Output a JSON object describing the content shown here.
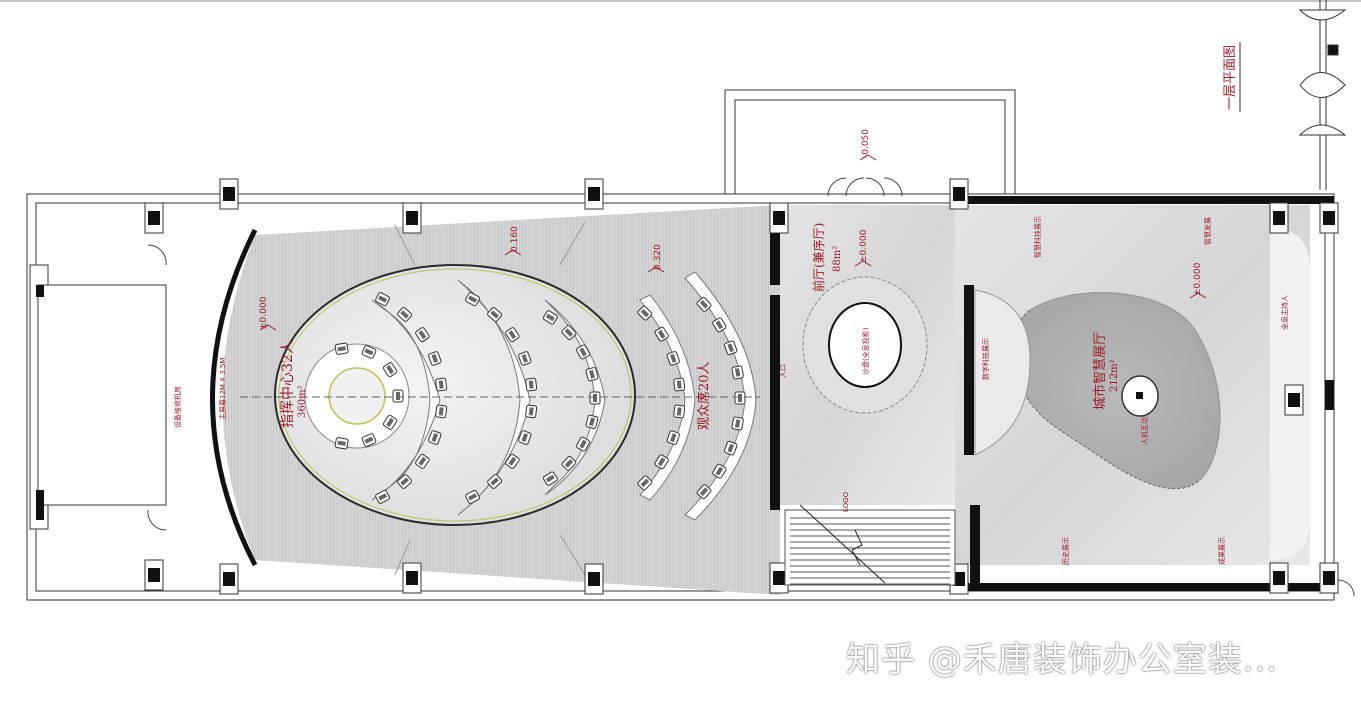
{
  "drawing_title": "一层平面图",
  "rooms": {
    "command_center": {
      "name": "指挥中心32人",
      "area": "360m²"
    },
    "audience": {
      "name": "观众席20人"
    },
    "lobby": {
      "name": "前厅(兼序厅)",
      "area": "88m²"
    },
    "exhibition": {
      "name": "城市智慧展厅",
      "area": "212m²"
    }
  },
  "labels": {
    "sand_table": "沙盘(全息投影)",
    "interaction": "人机互动",
    "digital_display": "数字科技展示",
    "main_screen": "主屏幕12M X 3.5M",
    "equipment_room": "设备维修机房",
    "smart_display": "智慧科技展示",
    "smart_development": "智慧发展",
    "host_desk": "全息主持人",
    "history_display": "历史展示",
    "achievement_display": "成果展示",
    "logo": "LOGO",
    "entrance": "入口"
  },
  "levels": [
    "±0.000",
    "0.160",
    "0.320",
    "±0.000",
    "±0.000",
    "-0.050"
  ],
  "watermark": "知乎 @禾唐装饰办公室装..."
}
